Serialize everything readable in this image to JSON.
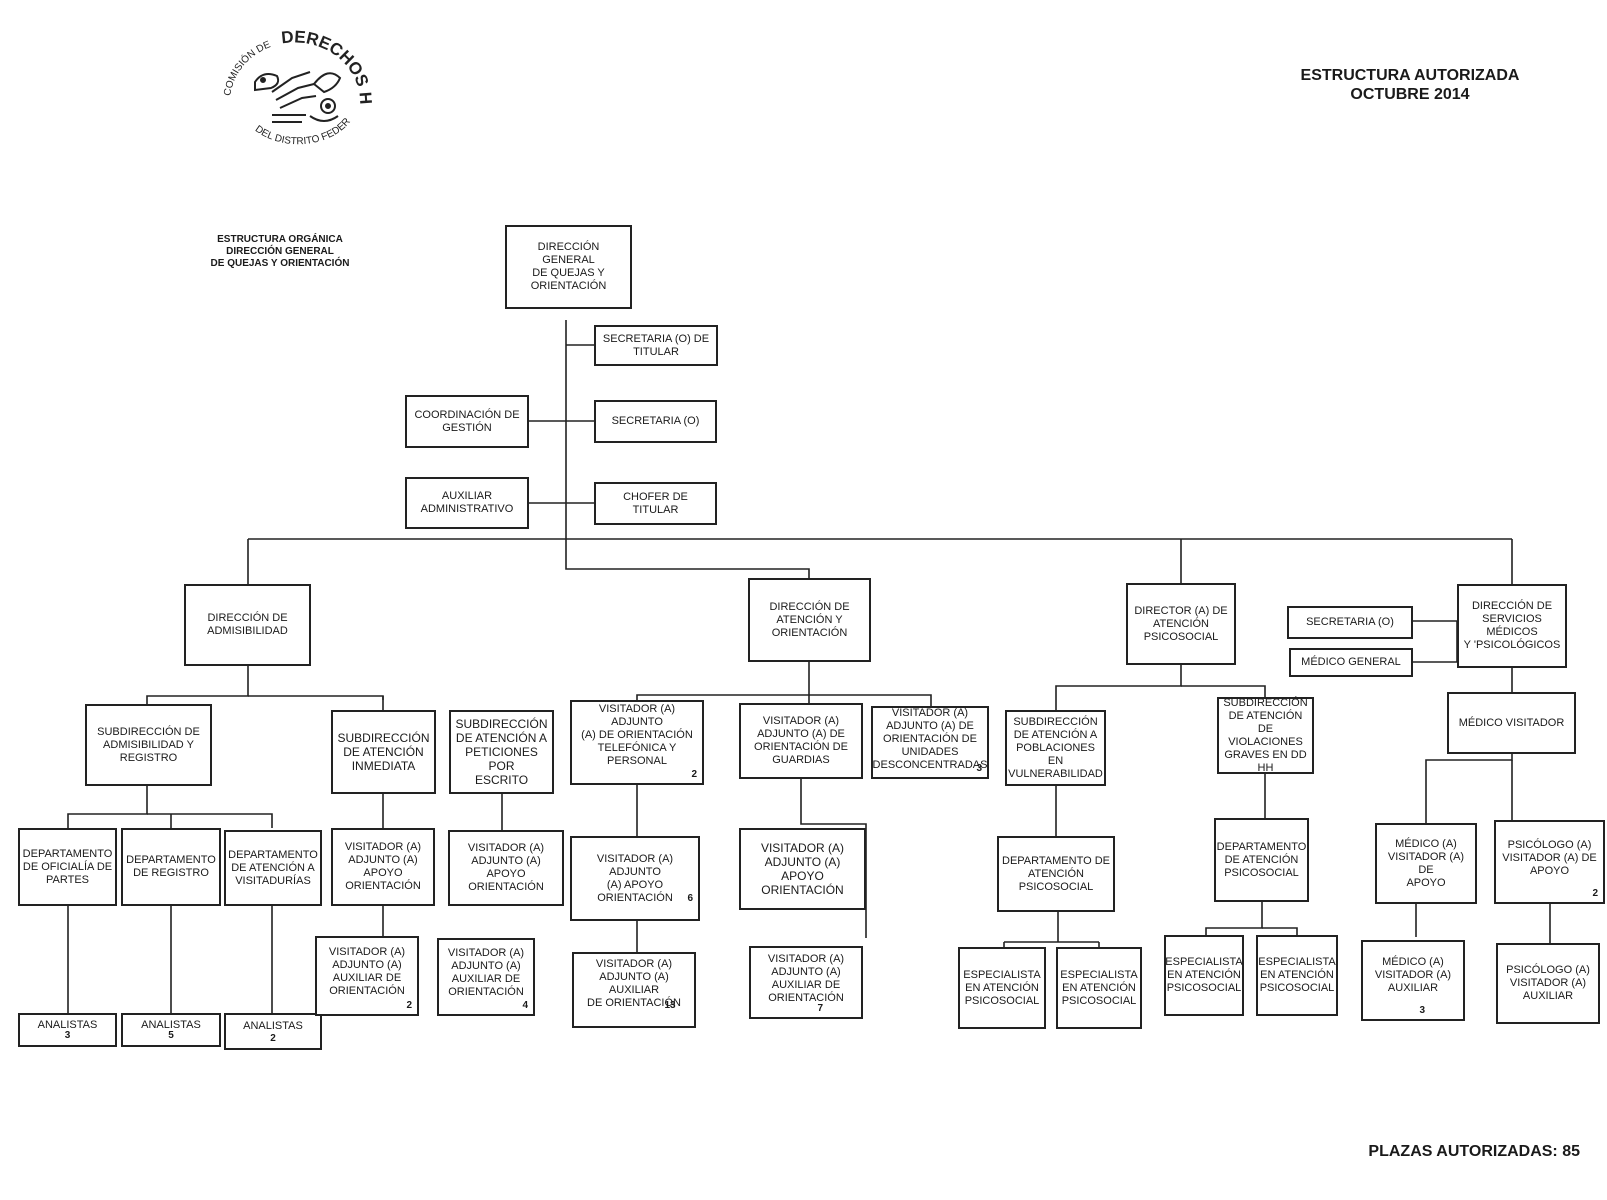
{
  "header": {
    "title": "ESTRUCTURA AUTORIZADA\nOCTUBRE 2014",
    "subtitle": "ESTRUCTURA ORGÁNICA\nDIRECCIÓN GENERAL\nDE QUEJAS Y ORIENTACIÓN"
  },
  "logo": {
    "text_top": "DERECHOS HUMANOS",
    "text_left": "COMISIÓN DE",
    "text_bottom": "DEL DISTRITO FEDERAL",
    "icon": "birds-glyph-seal"
  },
  "footer": {
    "total": "PLAZAS AUTORIZADAS: 85"
  },
  "boxes": {
    "dg": "DIRECCIÓN GENERAL\nDE QUEJAS Y\nORIENTACIÓN",
    "sec_tit": "SECRETARIA (O) DE\nTITULAR",
    "sec": "SECRETARIA (O)",
    "chofer": "CHOFER DE TITULAR",
    "coord": "COORDINACIÓN DE\nGESTIÓN",
    "aux_adm": "AUXILIAR\nADMINISTRATIVO",
    "dir_adm": "DIRECCIÓN DE\nADMISIBILIDAD",
    "dir_ate": "DIRECCIÓN DE\nATENCIÓN Y\nORIENTACIÓN",
    "dir_psi": "DIRECTOR (A) DE\nATENCIÓN\nPSICOSOCIAL",
    "sec_med": "SECRETARIA (O)",
    "med_gen": "MÉDICO GENERAL",
    "dir_med": "DIRECCIÓN DE\nSERVICIOS\nMÉDICOS\nY 'PSICOLÓGICOS",
    "sub_adm": "SUBDIRECCIÓN DE\nADMISIBILIDAD Y\nREGISTRO",
    "sub_inm": "SUBDIRECCIÓN\nDE ATENCIÓN\nINMEDIATA",
    "sub_pet": "SUBDIRECCIÓN\nDE ATENCIÓN A\nPETICIONES POR\nESCRITO",
    "vis_tel": "VISITADOR (A) ADJUNTO\n(A) DE ORIENTACIÓN\nTELEFÓNICA Y\nPERSONAL",
    "vis_gua": "VISITADOR (A)\nADJUNTO (A) DE\nORIENTACIÓN DE\nGUARDIAS",
    "vis_uni": "VISITADOR (A)\nADJUNTO (A) DE\nORIENTACIÓN DE\nUNIDADES\nDESCONCENTRADAS",
    "sub_vul": "SUBDIRECCIÓN\nDE ATENCIÓN A\nPOBLACIONES EN\nVULNERABILIDAD",
    "sub_vio": "SUBDIRECCIÓN\nDE ATENCIÓN DE\nVIOLACIONES\nGRAVES EN DD\nHH",
    "med_vis": "MÉDICO VISITADOR",
    "dep_ofi": "DEPARTAMENTO\nDE OFICIALÍA DE\nPARTES",
    "dep_reg": "DEPARTAMENTO\nDE REGISTRO",
    "dep_vis": "DEPARTAMENTO\nDE ATENCIÓN A\nVISITADURÍAS",
    "vis_apo1": "VISITADOR (A)\nADJUNTO (A)\nAPOYO\nORIENTACIÓN",
    "vis_apo2": "VISITADOR (A)\nADJUNTO (A) APOYO\nORIENTACIÓN",
    "vis_apo3": "VISITADOR (A) ADJUNTO\n(A) APOYO\nORIENTACIÓN",
    "vis_apo4": "VISITADOR (A)\nADJUNTO (A) APOYO\nORIENTACIÓN",
    "dep_psi1": "DEPARTAMENTO DE\nATENCIÓN\nPSICOSOCIAL",
    "dep_psi2": "DEPARTAMENTO\nDE ATENCIÓN\nPSICOSOCIAL",
    "med_apo": "MÉDICO (A)\nVISITADOR (A) DE\nAPOYO",
    "psi_apo": "PSICÓLOGO (A)\nVISITADOR (A) DE\nAPOYO",
    "ana1": "ANALISTAS",
    "ana2": "ANALISTAS",
    "ana3": "ANALISTAS",
    "aux1": "VISITADOR (A)\nADJUNTO (A)\nAUXILIAR DE\nORIENTACIÓN",
    "aux2": "VISITADOR (A)\nADJUNTO (A)\nAUXILIAR DE\nORIENTACIÓN",
    "aux3": "VISITADOR (A)\nADJUNTO (A) AUXILIAR\nDE ORIENTACIÓN",
    "aux4": "VISITADOR (A)\nADJUNTO (A)\nAUXILIAR DE\nORIENTACIÓN",
    "esp1": "ESPECIALISTA\nEN ATENCIÓN\nPSICOSOCIAL",
    "esp2": "ESPECIALISTA\nEN ATENCIÓN\nPSICOSOCIAL",
    "esp3": "ESPECIALISTA\nEN ATENCIÓN\nPSICOSOCIAL",
    "esp4": "ESPECIALISTA\nEN ATENCIÓN\nPSICOSOCIAL",
    "med_aux": "MÉDICO (A)\nVISITADOR (A)\nAUXILIAR",
    "psi_aux": "PSICÓLOGO (A)\nVISITADOR (A)\nAUXILIAR"
  },
  "counts": {
    "vis_tel": "2",
    "vis_uni": "3",
    "psi_apo": "2",
    "ana1": "3",
    "ana2": "5",
    "ana3": "2",
    "aux1": "2",
    "aux2": "4",
    "aux3": "13",
    "aux4": "7",
    "med_aux": "3"
  }
}
